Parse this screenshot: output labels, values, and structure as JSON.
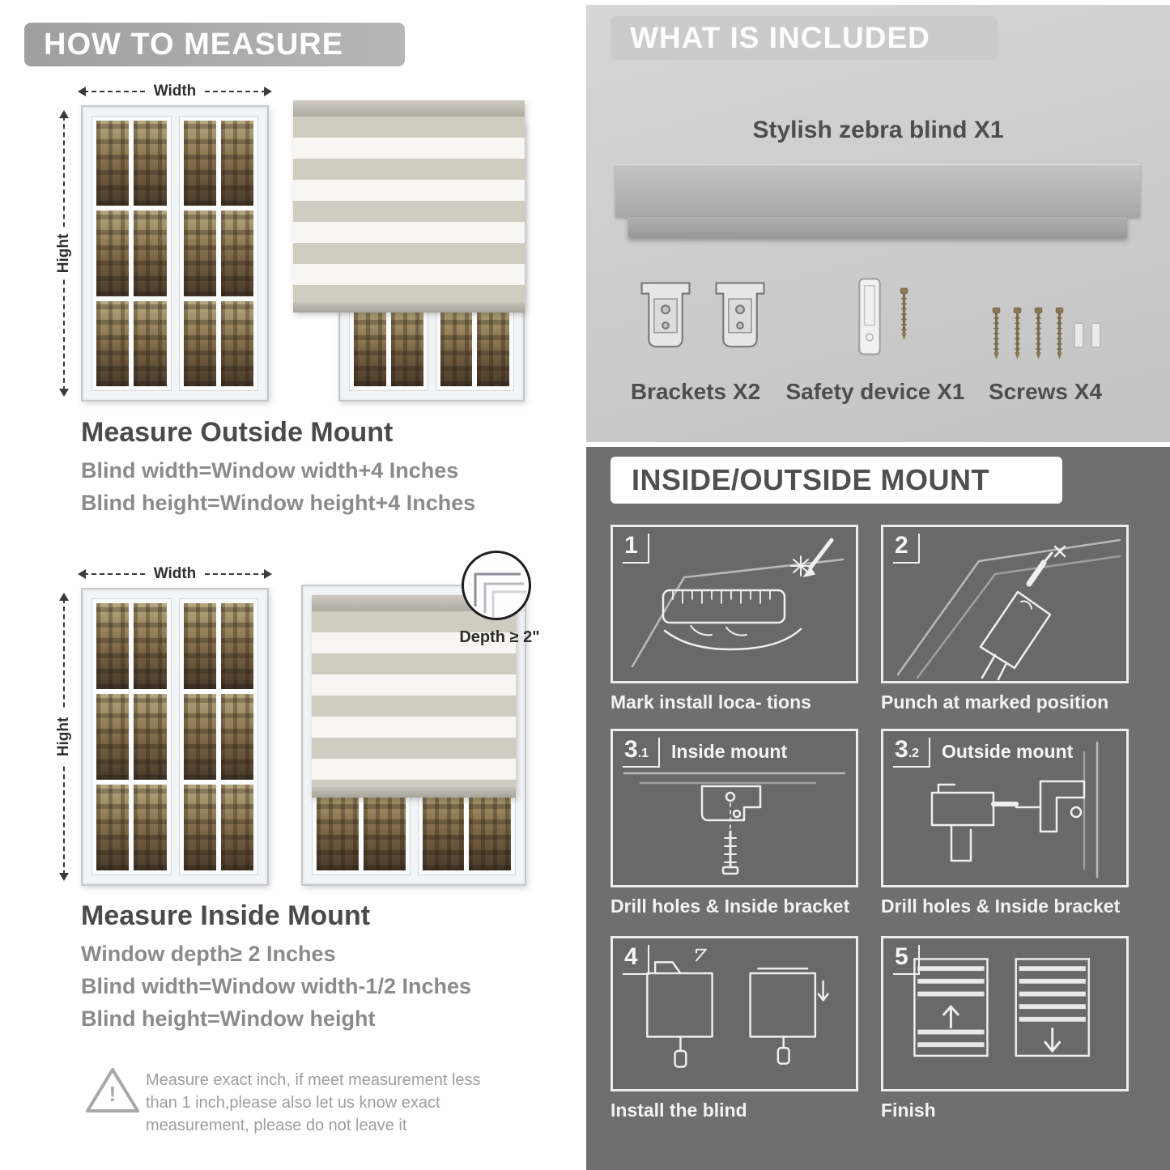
{
  "colors": {
    "banner_gray": "#a9a9a9",
    "included_bg": "#c9c9c9",
    "dark_section": "#6f6f6f",
    "heading_dark": "#4a4a4a",
    "body_gray": "#8b8b8b",
    "stripe_gray": "#cfccc1",
    "stripe_sheer": "#f8f6f1"
  },
  "left": {
    "header": "HOW TO MEASURE",
    "outside": {
      "width_label": "Width",
      "height_label": "Hight",
      "title": "Measure Outside Mount",
      "line1": "Blind width=Window width+4 Inches",
      "line2": "Blind height=Window height+4 Inches"
    },
    "inside": {
      "width_label": "Width",
      "height_label": "Hight",
      "depth_label": "Depth ≥ 2\"",
      "title": "Measure Inside Mount",
      "line1": "Window depth≥ 2 Inches",
      "line2": "Blind width=Window width-1/2 Inches",
      "line3": "Blind height=Window height"
    },
    "warning": {
      "icon": "!",
      "line1": "Measure exact inch, if meet measurement less",
      "line2": "than 1 inch,please also let us know exact",
      "line3": "measurement, please do not leave it"
    }
  },
  "right": {
    "included": {
      "header": "WHAT IS INCLUDED",
      "blind_label": "Stylish zebra blind X1",
      "items": [
        {
          "label": "Brackets X2"
        },
        {
          "label": "Safety device X1"
        },
        {
          "label": "Screws X4"
        }
      ]
    },
    "mount": {
      "header": "INSIDE/OUTSIDE MOUNT",
      "steps": [
        {
          "num": "1",
          "num_sub": "",
          "title": "",
          "caption": "Mark install loca- tions"
        },
        {
          "num": "2",
          "num_sub": "",
          "title": "",
          "caption": "Punch at  marked position"
        },
        {
          "num": "3",
          "num_sub": ".1",
          "title": "Inside mount",
          "caption": "Drill holes &  Inside bracket"
        },
        {
          "num": "3",
          "num_sub": ".2",
          "title": "Outside mount",
          "caption": "Drill holes &  Inside bracket"
        },
        {
          "num": "4",
          "num_sub": "",
          "title": "",
          "caption": "Install the blind"
        },
        {
          "num": "5",
          "num_sub": "",
          "title": "",
          "caption": "Finish"
        }
      ]
    }
  }
}
